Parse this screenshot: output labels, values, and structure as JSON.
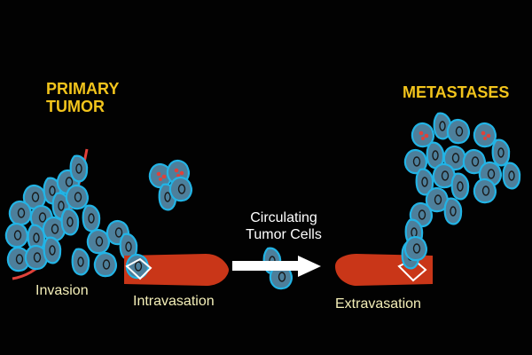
{
  "title_primary_line1": "PRIMARY",
  "title_primary_line2": "TUMOR",
  "title_metastases": "METASTASES",
  "label_invasion": "Invasion",
  "label_intravasation": "Intravasation",
  "label_circulating_line1": "Circulating",
  "label_circulating_line2": "Tumor Cells",
  "label_extravasation": "Extravasation",
  "colors": {
    "background": "#000000",
    "title": "#f2c41c",
    "step_label": "#f4efb8",
    "cell_outline": "#22b4e6",
    "cell_fill": "#5a8aa6",
    "vessel": "#c93618",
    "nucleus_red": "#e0413a",
    "arrow": "#ffffff"
  }
}
